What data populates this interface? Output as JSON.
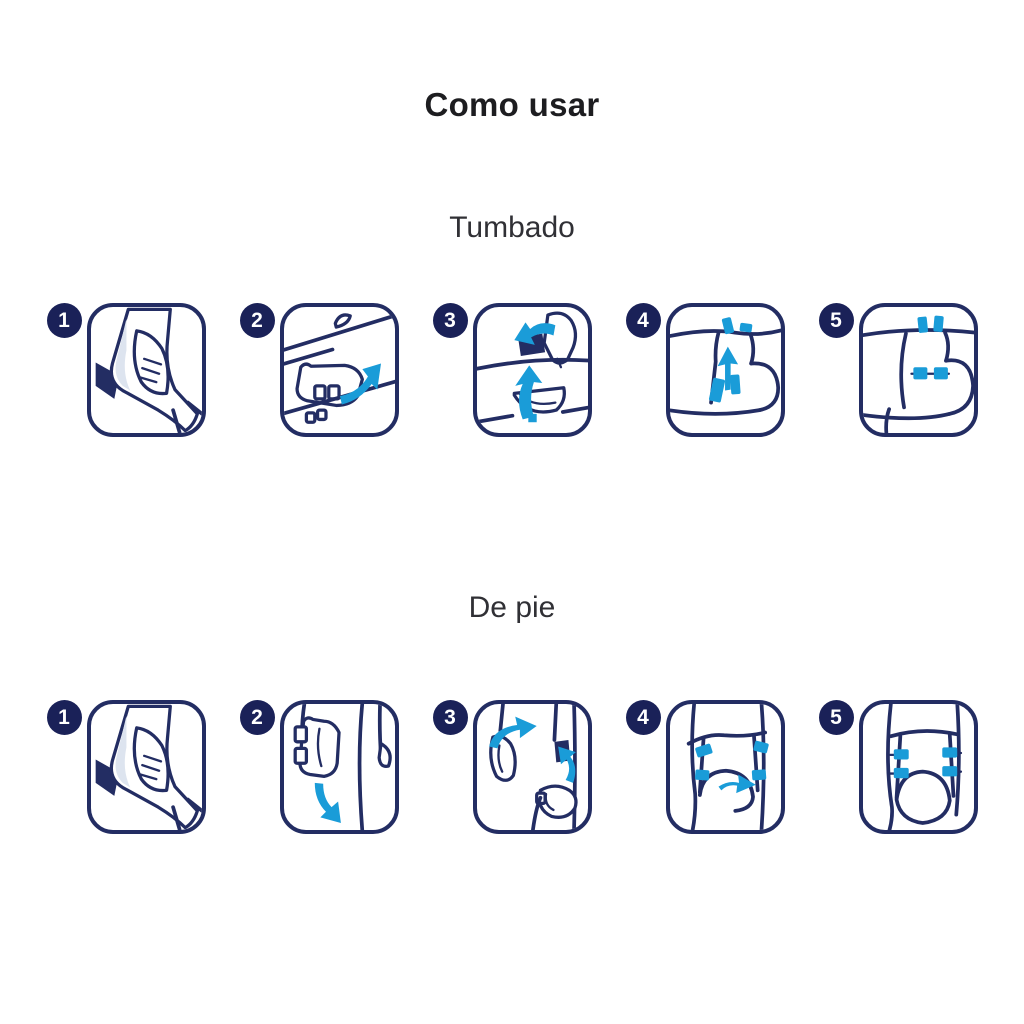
{
  "page": {
    "title": "Como usar"
  },
  "colors": {
    "background": "#ffffff",
    "navy_line": "#232d63",
    "badge_navy": "#1a2158",
    "accent_blue": "#1a9cd8",
    "title_text": "#1d1d20",
    "section_text": "#303035"
  },
  "sections": [
    {
      "label": "Tumbado",
      "steps": [
        {
          "number": "1",
          "illustration": "fold-pad"
        },
        {
          "number": "2",
          "illustration": "place-pad-side-lying"
        },
        {
          "number": "3",
          "illustration": "pull-through-lying"
        },
        {
          "number": "4",
          "illustration": "fasten-tabs-lying"
        },
        {
          "number": "5",
          "illustration": "fastened-pad-lying"
        }
      ]
    },
    {
      "label": "De pie",
      "steps": [
        {
          "number": "1",
          "illustration": "fold-pad"
        },
        {
          "number": "2",
          "illustration": "hold-pad-standing"
        },
        {
          "number": "3",
          "illustration": "pull-between-legs-standing"
        },
        {
          "number": "4",
          "illustration": "fasten-tabs-standing"
        },
        {
          "number": "5",
          "illustration": "fastened-pad-standing"
        }
      ]
    }
  ]
}
